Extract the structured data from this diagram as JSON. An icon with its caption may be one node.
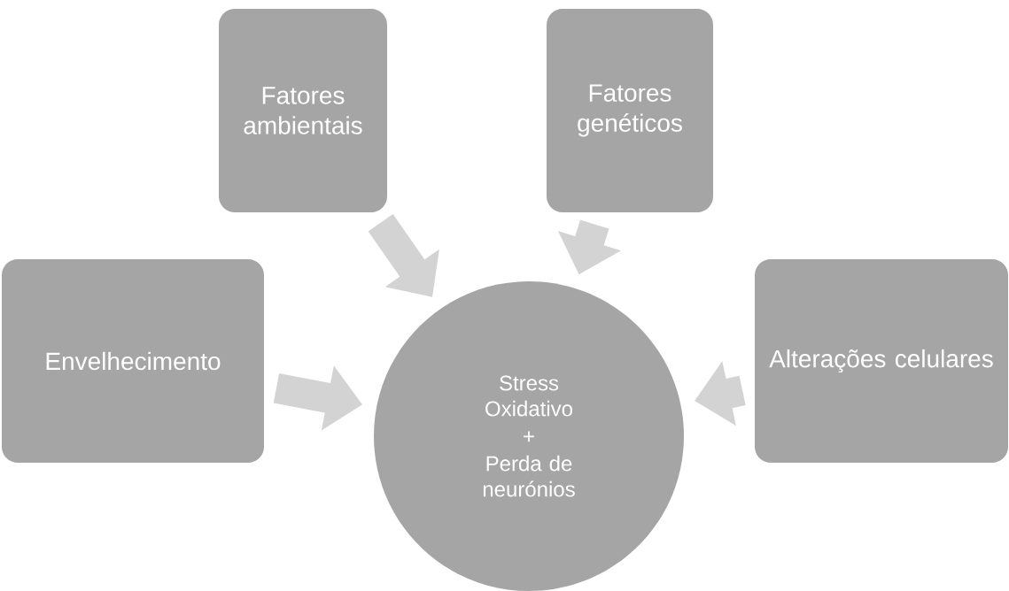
{
  "diagram": {
    "nodes": [
      {
        "text": [
          "Fatores ambientais"
        ]
      },
      {
        "text": [
          "Fatores genéticos"
        ]
      },
      {
        "text": [
          "Envelhecimento"
        ]
      },
      {
        "text": [
          "Stress Oxidativo",
          "+",
          "Perda de neurónios"
        ]
      },
      {
        "text": [
          "Alterações celulares"
        ]
      }
    ],
    "edges": [
      {
        "from": 0,
        "to": 3,
        "arrow": "to"
      },
      {
        "from": 1,
        "to": 3,
        "arrow": "to"
      },
      {
        "from": 2,
        "to": 3,
        "arrow": "to"
      },
      {
        "from": 4,
        "to": 3,
        "arrow": "to"
      }
    ]
  }
}
